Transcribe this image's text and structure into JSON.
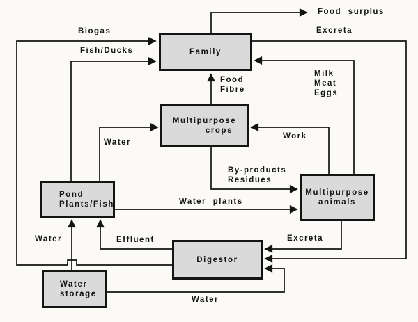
{
  "diagram": {
    "colors": {
      "background": "#fbfaf6",
      "box_fill": "#dadada",
      "line": "#141414",
      "text": "#141414"
    },
    "nodes": {
      "family": {
        "lines": [
          "Family"
        ]
      },
      "crops": {
        "lines": [
          "Multipurpose",
          "crops"
        ]
      },
      "pond": {
        "lines": [
          "Pond",
          "Plants/Fish"
        ]
      },
      "animals": {
        "lines": [
          "Multipurpose",
          "animals"
        ]
      },
      "digestor": {
        "lines": [
          "Digestor"
        ]
      },
      "water_storage": {
        "lines": [
          "Water",
          "storage"
        ]
      }
    },
    "edges": {
      "food_surplus": {
        "label": "Food surplus"
      },
      "biogas": {
        "label": "Biogas"
      },
      "excreta_family": {
        "label": "Excreta"
      },
      "fish_ducks": {
        "label": "Fish/Ducks"
      },
      "food_fibre": {
        "lines": [
          "Food",
          "Fibre"
        ]
      },
      "milk_meat_eggs": {
        "lines": [
          "Milk",
          "Meat",
          "Eggs"
        ]
      },
      "water_to_crops": {
        "label": "Water"
      },
      "work": {
        "label": "Work"
      },
      "byproducts": {
        "lines": [
          "By-products",
          "Residues"
        ]
      },
      "water_plants": {
        "label": "Water plants"
      },
      "excreta_animals": {
        "label": "Excreta"
      },
      "effluent": {
        "label": "Effluent"
      },
      "water_to_pond": {
        "label": "Water"
      },
      "water_bottom": {
        "label": "Water"
      }
    }
  }
}
